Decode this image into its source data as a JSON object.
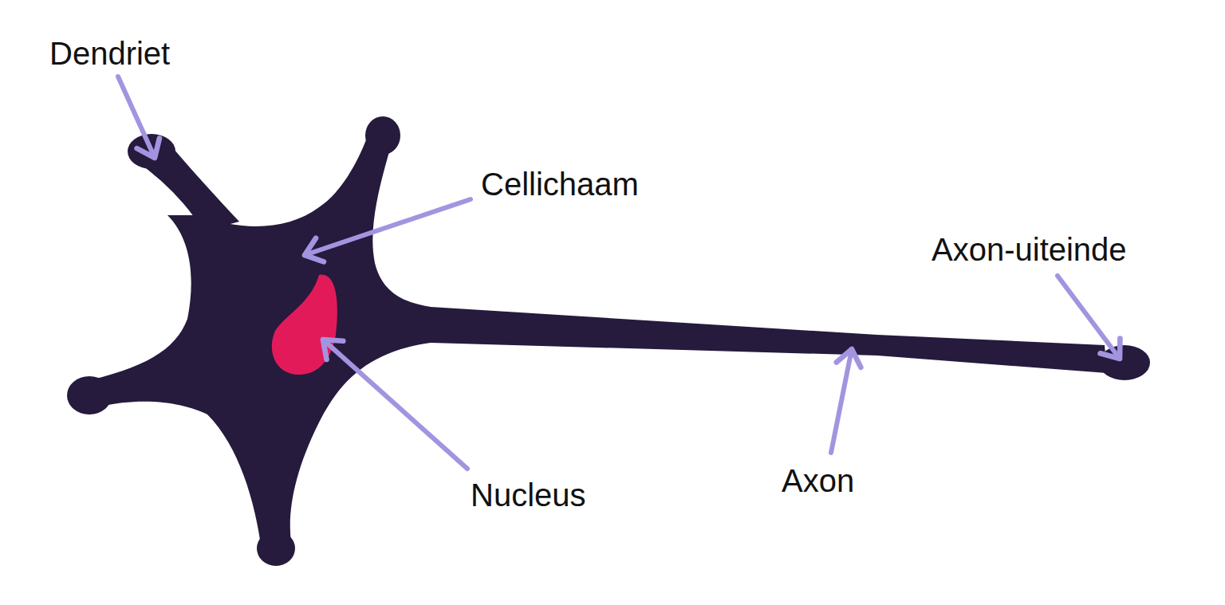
{
  "diagram": {
    "labels": [
      "Dendriet",
      "Cellichaam",
      "Axon-uiteinde",
      "Nucleus",
      "Axon"
    ]
  }
}
